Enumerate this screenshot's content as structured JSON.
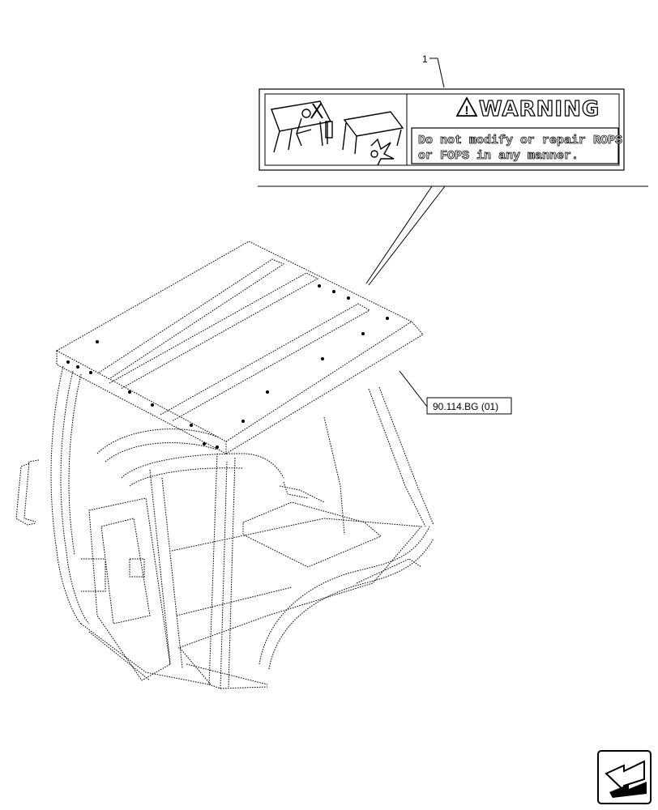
{
  "callout": {
    "number": "1"
  },
  "decal": {
    "title": "WARNING",
    "message_line1": "Do not modify or repair ROPS",
    "message_line2": "or FOPS in any manner."
  },
  "reference": {
    "label": "90.114.BG (01)"
  },
  "icons": {
    "warning": "warning-triangle-icon",
    "navigation": "previous-page-arrow-icon"
  }
}
